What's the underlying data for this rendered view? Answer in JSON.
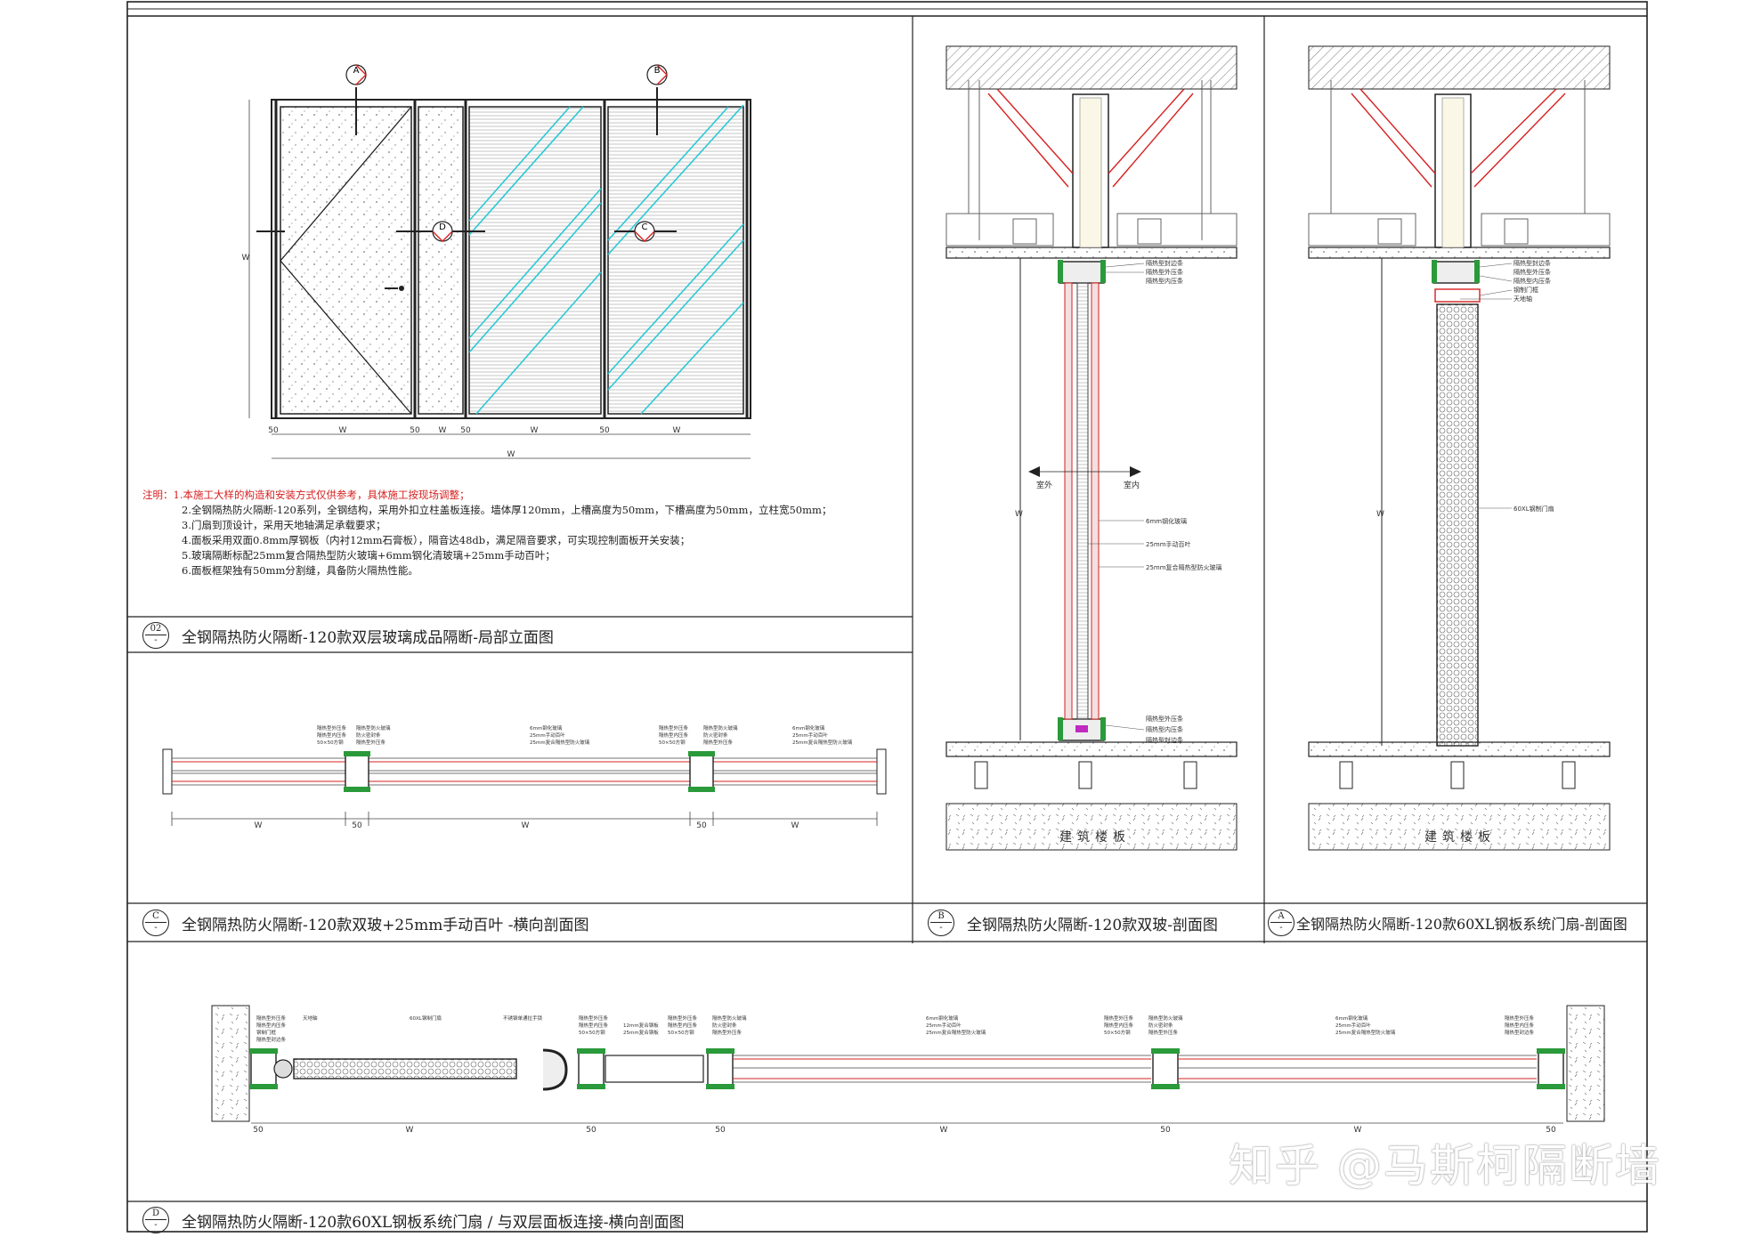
{
  "notes": {
    "lead": "注明：1.本施工大样的构造和安装方式仅供参考，具体施工按现场调整；",
    "lines": [
      "2.全钢隔热防火隔断-120系列，全钢结构，采用外扣立柱盖板连接。墙体厚120mm，上槽高度为50mm，下槽高度为50mm，立柱宽50mm；",
      "3.门扇到顶设计，采用天地轴满足承载要求；",
      "4.面板采用双面0.8mm厚钢板（内衬12mm石膏板），隔音达48db，满足隔音要求，可实现控制面板开关安装；",
      "5.玻璃隔断标配25mm复合隔热型防火玻璃+6mm钢化清玻璃+25mm手动百叶；",
      "6.面板框架独有50mm分割缝，具备防火隔热性能。"
    ]
  },
  "titles": {
    "t02": {
      "num_top": "02",
      "num_bottom": "-",
      "text": "全钢隔热防火隔断-120款双层玻璃成品隔断-局部立面图"
    },
    "tC": {
      "num_top": "C",
      "num_bottom": "-",
      "text": "全钢隔热防火隔断-120款双玻+25mm手动百叶 -横向剖面图"
    },
    "tB": {
      "num_top": "B",
      "num_bottom": "-",
      "text": "全钢隔热防火隔断-120款双玻-剖面图"
    },
    "tA": {
      "num_top": "A",
      "num_bottom": "-",
      "text": "全钢隔热防火隔断-120款60XL钢板系统门扇-剖面图"
    },
    "tD": {
      "num_top": "D",
      "num_bottom": "-",
      "text": "全钢隔热防火隔断-120款60XL钢板系统门扇 / 与双层面板连接-横向剖面图"
    }
  },
  "elevation": {
    "markers": [
      "A",
      "B",
      "D",
      "C"
    ],
    "dims": [
      "50",
      "W",
      "50",
      "W",
      "50",
      "W",
      "50",
      "W"
    ],
    "height_label": "W",
    "total_label": "W"
  },
  "section_b": {
    "labels_top": [
      "隔热型封边条",
      "隔热型外压条",
      "隔热型内压条"
    ],
    "labels_mid": [
      "6mm钢化玻璃",
      "25mm手动百叶",
      "25mm复合隔热型防火玻璃"
    ],
    "labels_bottom": [
      "隔热型外压条",
      "隔热型内压条",
      "隔热型封边条"
    ],
    "outside": "室外",
    "inside": "室内",
    "height_label": "W",
    "floor_label": "建筑楼板"
  },
  "section_a": {
    "labels_top": [
      "隔热型封边条",
      "隔热型外压条",
      "隔热型内压条",
      "钢制门框",
      "天地轴"
    ],
    "label_mid": "60XL钢制门扇",
    "height_label": "W",
    "floor_label": "建筑楼板"
  },
  "section_c": {
    "group1": [
      "隔热型外压条",
      "隔热型内压条",
      "50×50方钢"
    ],
    "group1b": [
      "隔热型防火玻璃",
      "防火密封条",
      "隔热型外压条"
    ],
    "group2": [
      "6mm钢化玻璃",
      "25mm手动百叶",
      "25mm复合隔热型防火玻璃"
    ],
    "group3": [
      "隔热型外压条",
      "隔热型内压条",
      "50×50方钢"
    ],
    "group3b": [
      "隔热型防火玻璃",
      "防火密封条",
      "隔热型外压条"
    ],
    "group4": [
      "6mm钢化玻璃",
      "25mm手动百叶",
      "25mm复合隔热型防火玻璃"
    ],
    "dims": [
      "W",
      "50",
      "W",
      "50",
      "W"
    ]
  },
  "section_d": {
    "left_labels": [
      "隔热型外压条",
      "隔热型内压条",
      "钢制门框",
      "隔热型封边条"
    ],
    "axis_label": "天地轴",
    "door_label": "60XL钢制门扇",
    "handle_label": "不锈钢单通拉手锁",
    "g1": [
      "隔热型外压条",
      "隔热型内压条",
      "50×50方钢"
    ],
    "g1b": [
      "12mm复合钢板",
      "25mm复合钢板"
    ],
    "g2": [
      "隔热型外压条",
      "隔热型内压条",
      "50×50方钢"
    ],
    "g2b": [
      "隔热型防火玻璃",
      "防火密封条",
      "隔热型外压条"
    ],
    "g3": [
      "6mm钢化玻璃",
      "25mm手动百叶",
      "25mm复合隔热型防火玻璃"
    ],
    "g4": [
      "隔热型外压条",
      "隔热型内压条",
      "50×50方钢"
    ],
    "g4b": [
      "隔热型防火玻璃",
      "防火密封条",
      "隔热型外压条"
    ],
    "g5": [
      "6mm钢化玻璃",
      "25mm手动百叶",
      "25mm复合隔热型防火玻璃"
    ],
    "g6": [
      "隔热型外压条",
      "隔热型内压条",
      "隔热型封边条"
    ],
    "dims": [
      "50",
      "W",
      "50",
      "50",
      "W",
      "50",
      "W",
      "50"
    ]
  },
  "watermark": "知乎 @马斯柯隔断墙",
  "colors": {
    "line": "#222222",
    "red": "#d62020",
    "cyan": "#2bc9d6",
    "green": "#2a9a3a",
    "magenta": "#c02ac0"
  }
}
